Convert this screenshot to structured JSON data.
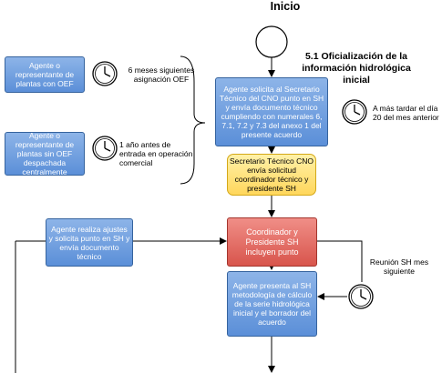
{
  "title": "Inicio",
  "section_title": "5.1 Oficialización de la información hidrológica inicial",
  "nodes": {
    "agente_oef": "Agente o representante de plantas con OEF",
    "agente_sin_oef": "Agente o representante de plantas sin OEF despachada centralmente",
    "agente_solicita": "Agente solicita al Secretario Técnico del CNO punto en SH y envía documento técnico cumpliendo con numerales 6, 7.1, 7.2 y 7.3 del anexo 1 del presente acuerdo",
    "secretario": "Secretario Técnico CNO envía solicitud coordinador técnico y presidente SH",
    "coordinador": "Coordinador y Presidente SH incluyen punto",
    "agente_ajustes": "Agente realiza ajustes y solicita punto en SH y envía documento técnico",
    "agente_presenta": "Agente presenta al SH metodología de cálculo de la serie hidrológica inicial y el borrador del acuerdo"
  },
  "notes": {
    "seis_meses": "6 meses siguientes asignación OEF",
    "un_ano": "1 año antes de entrada en operación comercial",
    "a_mas_tardar": "A más tardar el día 20 del mes anterior",
    "reunion": "Reunión SH mes siguiente"
  }
}
